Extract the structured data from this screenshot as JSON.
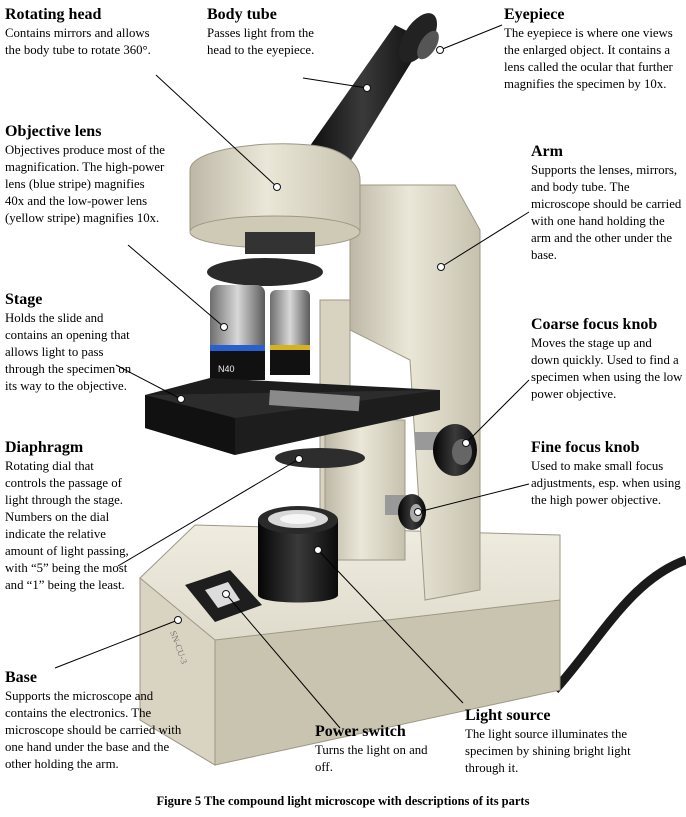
{
  "labels": {
    "rotating_head": {
      "title": "Rotating head",
      "desc": "Contains mirrors and allows the body tube to rotate 360°."
    },
    "body_tube": {
      "title": "Body tube",
      "desc": "Passes light from the head to the eyepiece."
    },
    "eyepiece": {
      "title": "Eyepiece",
      "desc": "The eyepiece is where one views the enlarged object. It contains a lens called the ocular that further magnifies the specimen by 10x."
    },
    "objective_lens": {
      "title": "Objective lens",
      "desc": "Objectives produce most of the magnification. The high-power lens (blue stripe) magnifies 40x and the low-power lens (yellow stripe) magnifies 10x."
    },
    "arm": {
      "title": "Arm",
      "desc": "Supports the lenses, mirrors, and body tube. The microscope should be carried with one hand holding the arm and the other under the base."
    },
    "stage": {
      "title": "Stage",
      "desc": "Holds the slide and contains an opening that allows light to pass through the specimen on its way to the objective."
    },
    "coarse_focus": {
      "title": "Coarse focus knob",
      "desc": "Moves the stage up and down quickly. Used to find a specimen when using the low power objective."
    },
    "diaphragm": {
      "title": "Diaphragm",
      "desc": "Rotating dial that controls the passage of light through the stage. Numbers on the dial indicate the relative amount of light passing, with “5” being the most and “1” being the least."
    },
    "fine_focus": {
      "title": "Fine focus knob",
      "desc": "Used to make small focus adjustments, esp. when using the high power objective."
    },
    "base": {
      "title": "Base",
      "desc": "Supports the microscope and contains the electronics. The microscope should be carried with one hand under the base and the other holding the arm."
    },
    "power_switch": {
      "title": "Power switch",
      "desc": "Turns the light on and off."
    },
    "light_source": {
      "title": "Light source",
      "desc": "The light source illuminates the specimen by shining bright light through it."
    }
  },
  "caption": "Figure 5 The compound light microscope with descriptions of its parts",
  "colors": {
    "body": "#e8e4d4",
    "black": "#151515",
    "leader": "#000000",
    "dot": "#ffffff"
  }
}
